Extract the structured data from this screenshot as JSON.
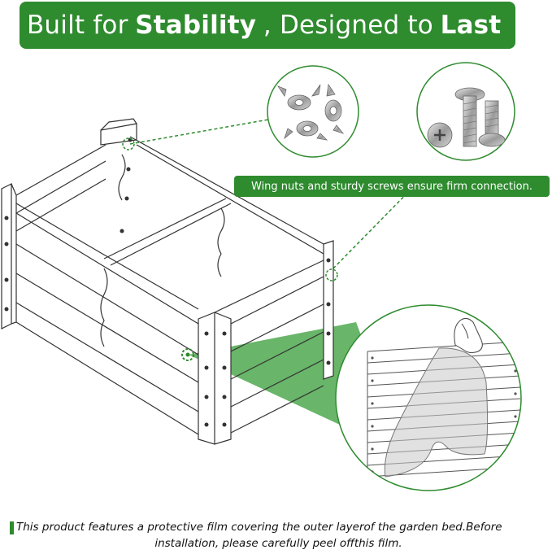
{
  "banner": {
    "part1": "Built for",
    "bold1": "Stability",
    "part2": ", Designed to",
    "bold2": "Last"
  },
  "callout": {
    "text": "Wing nuts and sturdy screws ensure firm connection."
  },
  "footer": {
    "line1": "This product features a protective film covering the outer layerof the garden bed.Before",
    "line2": "installation, please carefully peel offthis film."
  },
  "colors": {
    "brand_green": "#2e8b2e",
    "beam_green": "#4fa84f",
    "line": "#333333"
  },
  "icons": [
    "wing-nut-icon",
    "screw-icon",
    "hand-icon"
  ]
}
